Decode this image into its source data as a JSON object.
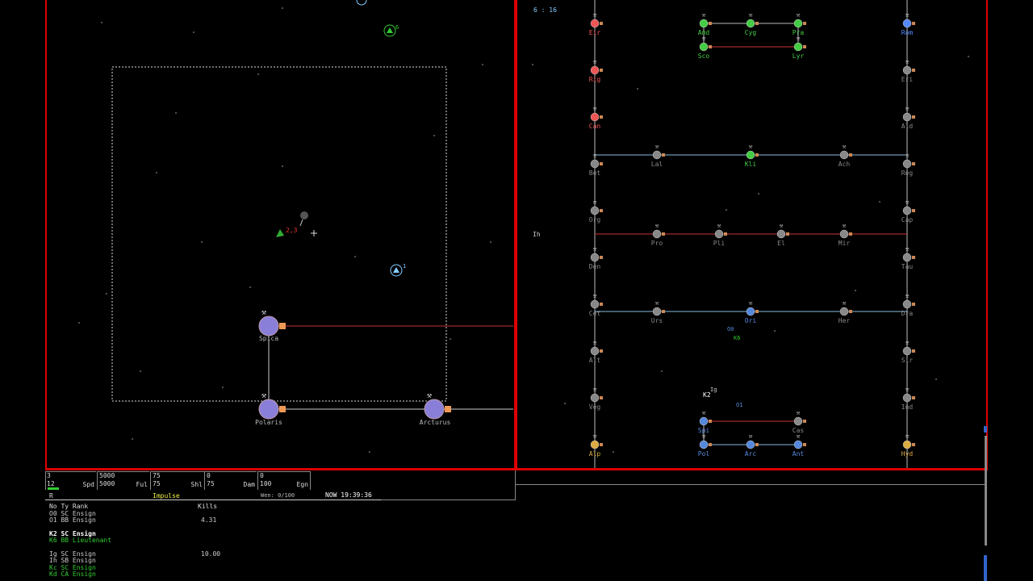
{
  "tactical": {
    "home_planets": [
      {
        "name": "Spica",
        "label": "Spica"
      },
      {
        "name": "Polaris",
        "label": "Polaris"
      },
      {
        "name": "Arcturus",
        "label": "Arcturus"
      }
    ],
    "ships": [
      {
        "id": "6",
        "color": "#3c3"
      },
      {
        "id": "1",
        "color": "#8cf"
      },
      {
        "id": "2,3",
        "color": "#e33"
      }
    ]
  },
  "galactic": {
    "header": "6 : 16",
    "ih_label": "Ih",
    "o0_label": "O0",
    "k6_label": "K6",
    "ig_label": "Ig",
    "k2_label": "K2",
    "o1_label": "O1",
    "planets": [
      {
        "name": "Eir",
        "team": "fed"
      },
      {
        "name": "Amd",
        "team": "kli"
      },
      {
        "name": "Cyg",
        "team": "kli"
      },
      {
        "name": "Pra",
        "team": "kli"
      },
      {
        "name": "Rom",
        "team": "rom"
      },
      {
        "name": "Sco",
        "team": "kli"
      },
      {
        "name": "Lyr",
        "team": "kli"
      },
      {
        "name": "Rig",
        "team": "fed"
      },
      {
        "name": "Eri",
        "team": "ind"
      },
      {
        "name": "Can",
        "team": "fed"
      },
      {
        "name": "Ald",
        "team": "ind"
      },
      {
        "name": "Bet",
        "team": "ind"
      },
      {
        "name": "Lal",
        "team": "ind"
      },
      {
        "name": "Kli",
        "team": "kli"
      },
      {
        "name": "Ach",
        "team": "ind"
      },
      {
        "name": "Reg",
        "team": "ind"
      },
      {
        "name": "Org",
        "team": "ind"
      },
      {
        "name": "Cap",
        "team": "ind"
      },
      {
        "name": "Pro",
        "team": "ind"
      },
      {
        "name": "Pli",
        "team": "ind"
      },
      {
        "name": "El",
        "team": "ind"
      },
      {
        "name": "Mir",
        "team": "ind"
      },
      {
        "name": "Den",
        "team": "ind"
      },
      {
        "name": "Tau",
        "team": "ind"
      },
      {
        "name": "Cet",
        "team": "ind"
      },
      {
        "name": "Urs",
        "team": "ind"
      },
      {
        "name": "Ori",
        "team": "ori"
      },
      {
        "name": "Her",
        "team": "ind"
      },
      {
        "name": "Dra",
        "team": "ind"
      },
      {
        "name": "Alt",
        "team": "ind"
      },
      {
        "name": "Sir",
        "team": "ind"
      },
      {
        "name": "Veg",
        "team": "ind"
      },
      {
        "name": "Ind",
        "team": "ind"
      },
      {
        "name": "Spi",
        "team": "ori"
      },
      {
        "name": "Cas",
        "team": "ind"
      },
      {
        "name": "Alp",
        "team": "gold"
      },
      {
        "name": "Pol",
        "team": "ori"
      },
      {
        "name": "Arc",
        "team": "ori"
      },
      {
        "name": "Ant",
        "team": "ori"
      },
      {
        "name": "Hyd",
        "team": "gold"
      }
    ]
  },
  "status": {
    "speed": {
      "value": "3",
      "max": "12",
      "label": "Spd"
    },
    "fuel": {
      "value": "5000",
      "max": "5000",
      "label": "Ful"
    },
    "shields": {
      "value": "75",
      "max": "75",
      "label": "Shl"
    },
    "damage": {
      "value": "0",
      "max": "75",
      "label": "Dam"
    },
    "engine": {
      "value": "0",
      "max": "100",
      "label": "Egn"
    },
    "flags": "R",
    "mode": "Impulse",
    "weapons": "Wen: 0/100",
    "clock": "NOW 19:39:36"
  },
  "players": {
    "header": {
      "cols": "No Ty Rank",
      "kills": "Kills"
    },
    "rows": [
      {
        "text": "O0 SC Ensign",
        "kills": "",
        "color": "#ccc"
      },
      {
        "text": "O1 BB Ensign",
        "kills": "4.31",
        "color": "#ccc"
      },
      {
        "text": "K2 SC Ensign",
        "kills": "",
        "color": "#fff"
      },
      {
        "text": "K6 BB Lieutenant",
        "kills": "",
        "color": "#3c3"
      },
      {
        "text": "Ig SC Ensign",
        "kills": "10.00",
        "color": "#ccc"
      },
      {
        "text": "Ih SB Ensign",
        "kills": "",
        "color": "#ccc"
      },
      {
        "text": "Kc SC Ensign",
        "kills": "",
        "color": "#3c3"
      },
      {
        "text": "Kd CA Ensign",
        "kills": "",
        "color": "#3c3"
      }
    ]
  },
  "colors": {
    "border": "#dd0000",
    "fed": "#e55",
    "kli": "#4c4",
    "rom": "#58f",
    "ind": "#888",
    "ori": "#58d",
    "gold": "#da4"
  }
}
